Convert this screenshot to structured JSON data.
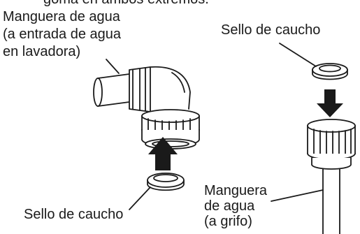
{
  "top_text": "goma en ambos extremos.",
  "left_hose_label": [
    "Manguera de agua",
    "(a entrada de agua",
    "en lavadora)"
  ],
  "left_seal_label": "Sello de caucho",
  "right_seal_label": "Sello de caucho",
  "right_hose_label": [
    "Manguera",
    "de agua",
    "(a grifo)"
  ]
}
